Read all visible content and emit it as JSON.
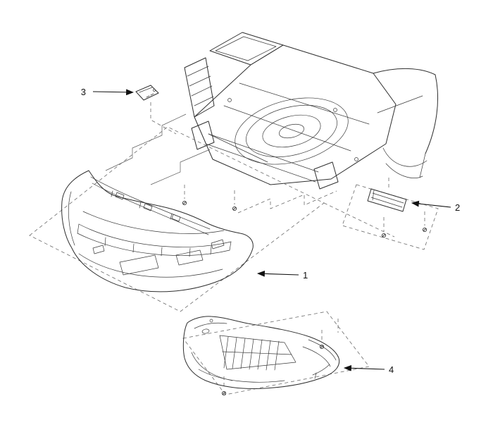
{
  "page": {
    "background_color": "#ffffff"
  },
  "diagram": {
    "line_color": "#2f2f2f",
    "dashed_line_color": "#6a6a6a",
    "callouts": [
      {
        "label": "1"
      },
      {
        "label": "2"
      },
      {
        "label": "3"
      },
      {
        "label": "4"
      }
    ]
  }
}
